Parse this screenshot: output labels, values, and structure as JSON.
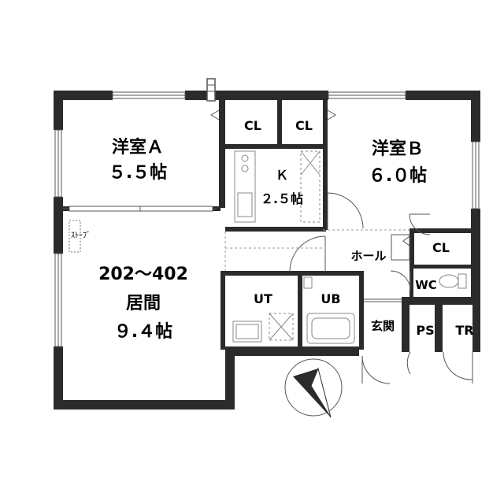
{
  "rooms": {
    "western_a": {
      "name": "洋室Ａ",
      "size": "５.５帖"
    },
    "western_b": {
      "name": "洋室Ｂ",
      "size": "６.０帖"
    },
    "kitchen": {
      "name": "Ｋ",
      "size": "２.５帖"
    },
    "living": {
      "unit_range": "202～402",
      "name": "居間",
      "size": "９.４帖"
    },
    "closet_1": {
      "name": "CL"
    },
    "closet_2": {
      "name": "CL"
    },
    "closet_3": {
      "name": "CL"
    },
    "utility": {
      "name": "UT"
    },
    "unit_bath": {
      "name": "UB"
    },
    "toilet": {
      "name": "WC"
    },
    "hall": {
      "name": "ホール"
    },
    "entrance": {
      "name": "玄関"
    },
    "pipe_space": {
      "name": "PS"
    },
    "trunk_room": {
      "name": "TR"
    }
  },
  "fixtures": {
    "stove": "ｽﾄｰﾌﾞ"
  },
  "colors": {
    "wall": "#2b2b2b",
    "line": "#555555",
    "fixture": "#888888"
  }
}
